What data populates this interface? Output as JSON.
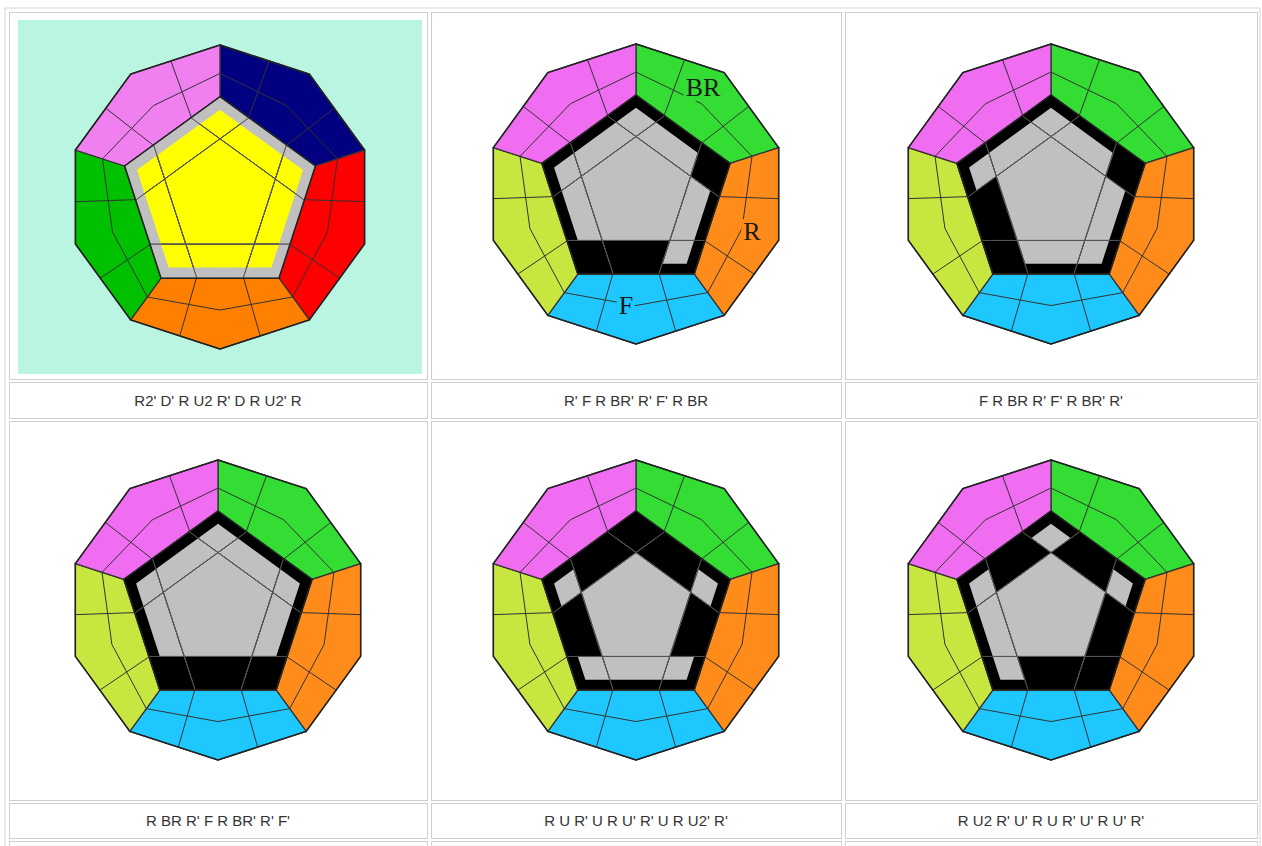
{
  "diagram": {
    "labels": [
      "BR",
      "R",
      "F",
      "R2' D' R U2 R' D R U2' R",
      "R' F R BR' R' F' R BR",
      "F R BR R' F' R BR' R'",
      "R BR R' F R BR' R' F'",
      "R U R' U R U' R' U R U2' R'",
      "R U2 R' U' R U R' U' R U' R'"
    ]
  }
}
